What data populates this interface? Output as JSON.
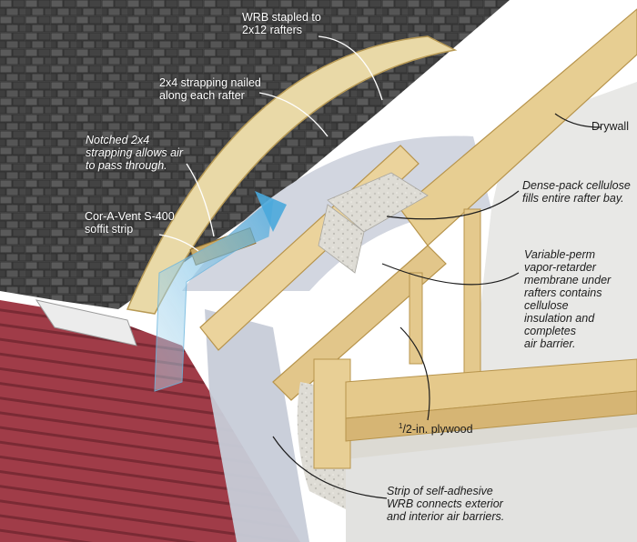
{
  "colors": {
    "shingle": "#4a4a4a",
    "siding": "#9e3a45",
    "wood": "#e8cf95",
    "wrb": "#c9ced8",
    "cellulose": "#dcdcd6",
    "wall": "#ececec",
    "label_light": "#ffffff",
    "label_dark": "#1c1c1c"
  },
  "labels": {
    "wrb_rafters": "WRB stapled to\n2x12 rafters",
    "strapping": "2x4 strapping nailed\nalong each rafter",
    "notched": "Notched 2x4\nstrapping allows air\nto pass through.",
    "soffit": "Cor-A-Vent S-400\nsoffit strip",
    "drywall": "Drywall",
    "cellulose": "Dense-pack cellulose\nfills entire rafter bay.",
    "membrane": "Variable-perm\nvapor-retarder\nmembrane under\nrafters contains\ncellulose\ninsulation and\ncompletes\nair barrier.",
    "plywood_num": "1",
    "plywood_den": "/2",
    "plywood_text": "-in. plywood",
    "wrb_strip": "Strip of self-adhesive\nWRB connects exterior\nand interior air barriers."
  },
  "icons": {
    "airflow": "airflow-arrow-icon"
  }
}
